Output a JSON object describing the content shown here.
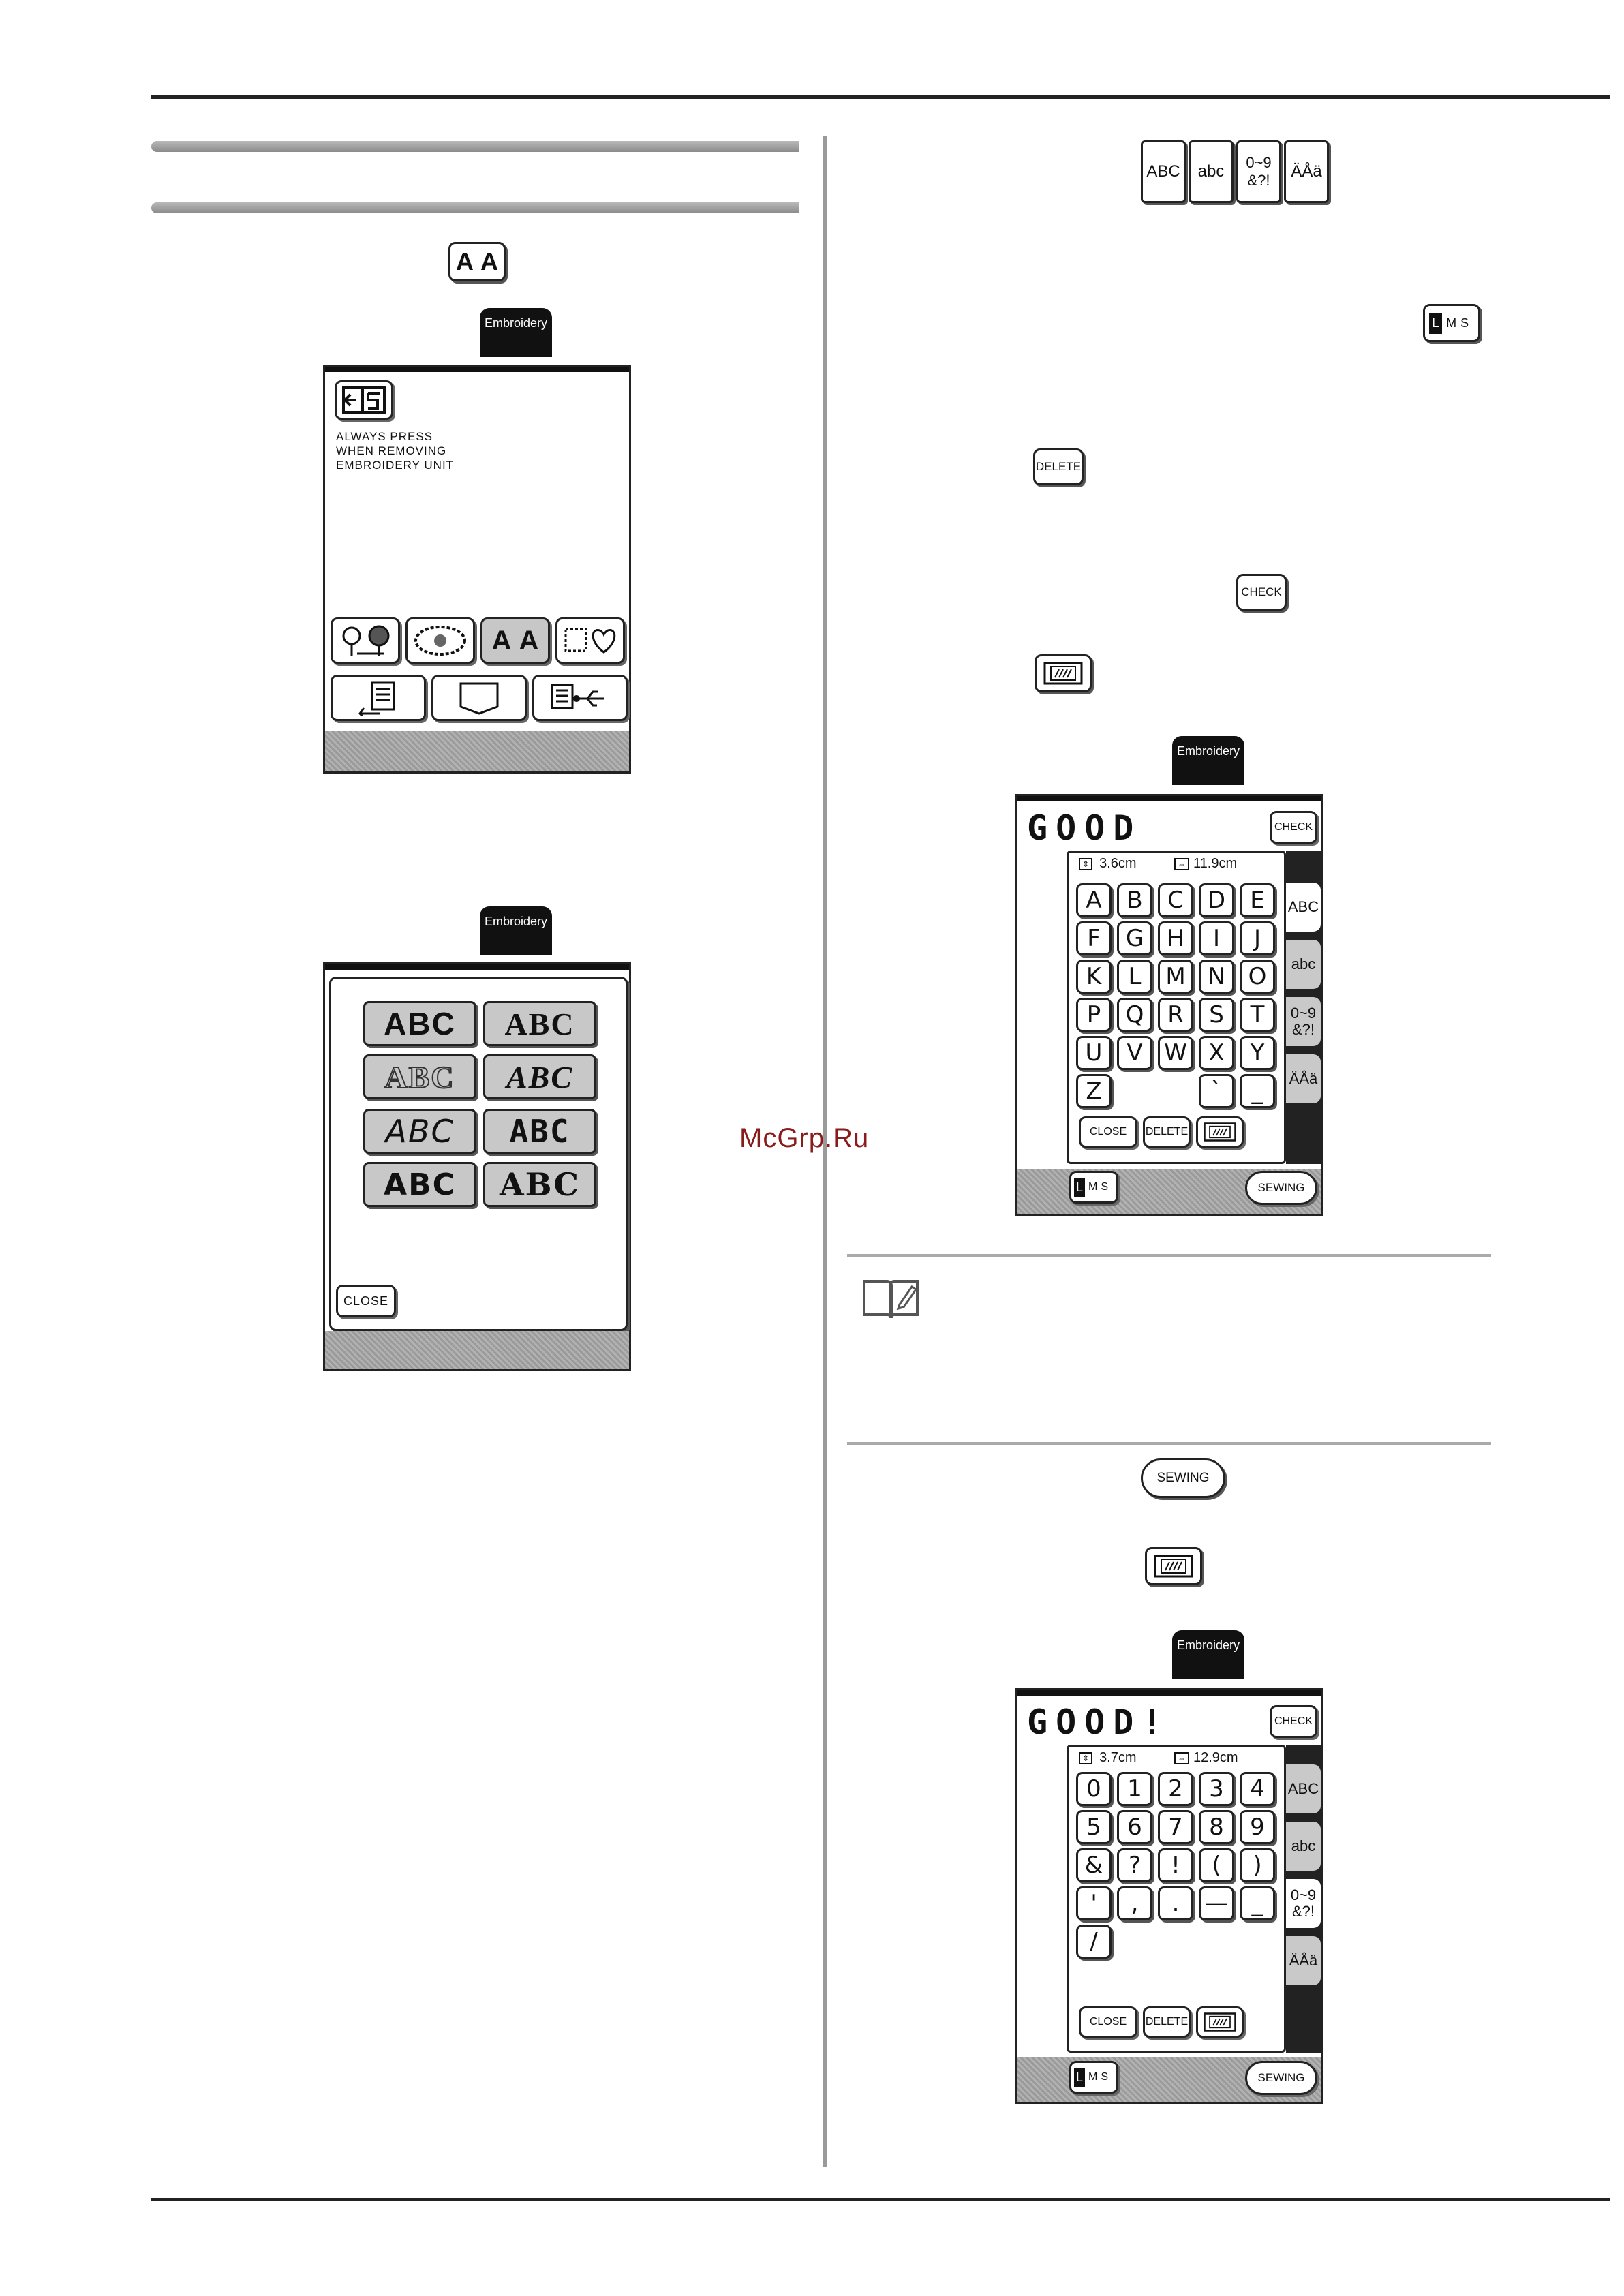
{
  "watermark": "McGrp.Ru",
  "left_column": {
    "alpha_key_label": "A A",
    "screen1": {
      "tab_label": "Embroidery",
      "message_lines": [
        "ALWAYS PRESS",
        "WHEN REMOVING",
        "EMBROIDERY UNIT"
      ],
      "category_buttons": [
        {
          "icon": "flowers-icon"
        },
        {
          "icon": "floral-frame-icon"
        },
        {
          "label": "A A",
          "selected": true
        },
        {
          "icon": "frame-shapes-icon"
        }
      ],
      "bottom_buttons": [
        {
          "icon": "memory-recall-icon"
        },
        {
          "icon": "pocket-icon"
        },
        {
          "icon": "usb-icon"
        }
      ]
    },
    "screen2": {
      "tab_label": "Embroidery",
      "font_buttons": [
        "ABC",
        "ABC",
        "ABC",
        "ABC",
        "ABC",
        "ABC",
        "ABC",
        "ABC"
      ],
      "close_label": "CLOSE"
    }
  },
  "right_column": {
    "char_type_keys": [
      "ABC",
      "abc",
      "0~9\n&?!",
      "ÄÅä"
    ],
    "size_key": {
      "l": "L",
      "m": "M",
      "s": "S"
    },
    "delete_key": "DELETE",
    "check_key": "CHECK",
    "sewing_key": "SEWING",
    "screen3": {
      "tab_label": "Embroidery",
      "text_entry": "GOOD",
      "check_label": "CHECK",
      "height": "3.6cm",
      "width": "11.9cm",
      "keys": [
        "A",
        "B",
        "C",
        "D",
        "E",
        "F",
        "G",
        "H",
        "I",
        "J",
        "K",
        "L",
        "M",
        "N",
        "O",
        "P",
        "Q",
        "R",
        "S",
        "T",
        "U",
        "V",
        "W",
        "X",
        "Y",
        "Z",
        "`",
        "_"
      ],
      "side_tabs": [
        "ABC",
        "abc",
        "0~9\n&?!",
        "ÄÅä"
      ],
      "close_label": "CLOSE",
      "delete_label": "DELETE",
      "sewing_label": "SEWING",
      "size": {
        "l": "L",
        "m": "M",
        "s": "S"
      }
    },
    "screen4": {
      "tab_label": "Embroidery",
      "text_entry": "GOOD!",
      "check_label": "CHECK",
      "height": "3.7cm",
      "width": "12.9cm",
      "keys": [
        "0",
        "1",
        "2",
        "3",
        "4",
        "5",
        "6",
        "7",
        "8",
        "9",
        "&",
        "?",
        "!",
        "(",
        ")",
        "'",
        ",",
        ".",
        "—",
        "_",
        "/"
      ],
      "side_tabs": [
        "ABC",
        "abc",
        "0~9\n&?!",
        "ÄÅä"
      ],
      "close_label": "CLOSE",
      "delete_label": "DELETE",
      "sewing_label": "SEWING",
      "size": {
        "l": "L",
        "m": "M",
        "s": "S"
      }
    }
  }
}
